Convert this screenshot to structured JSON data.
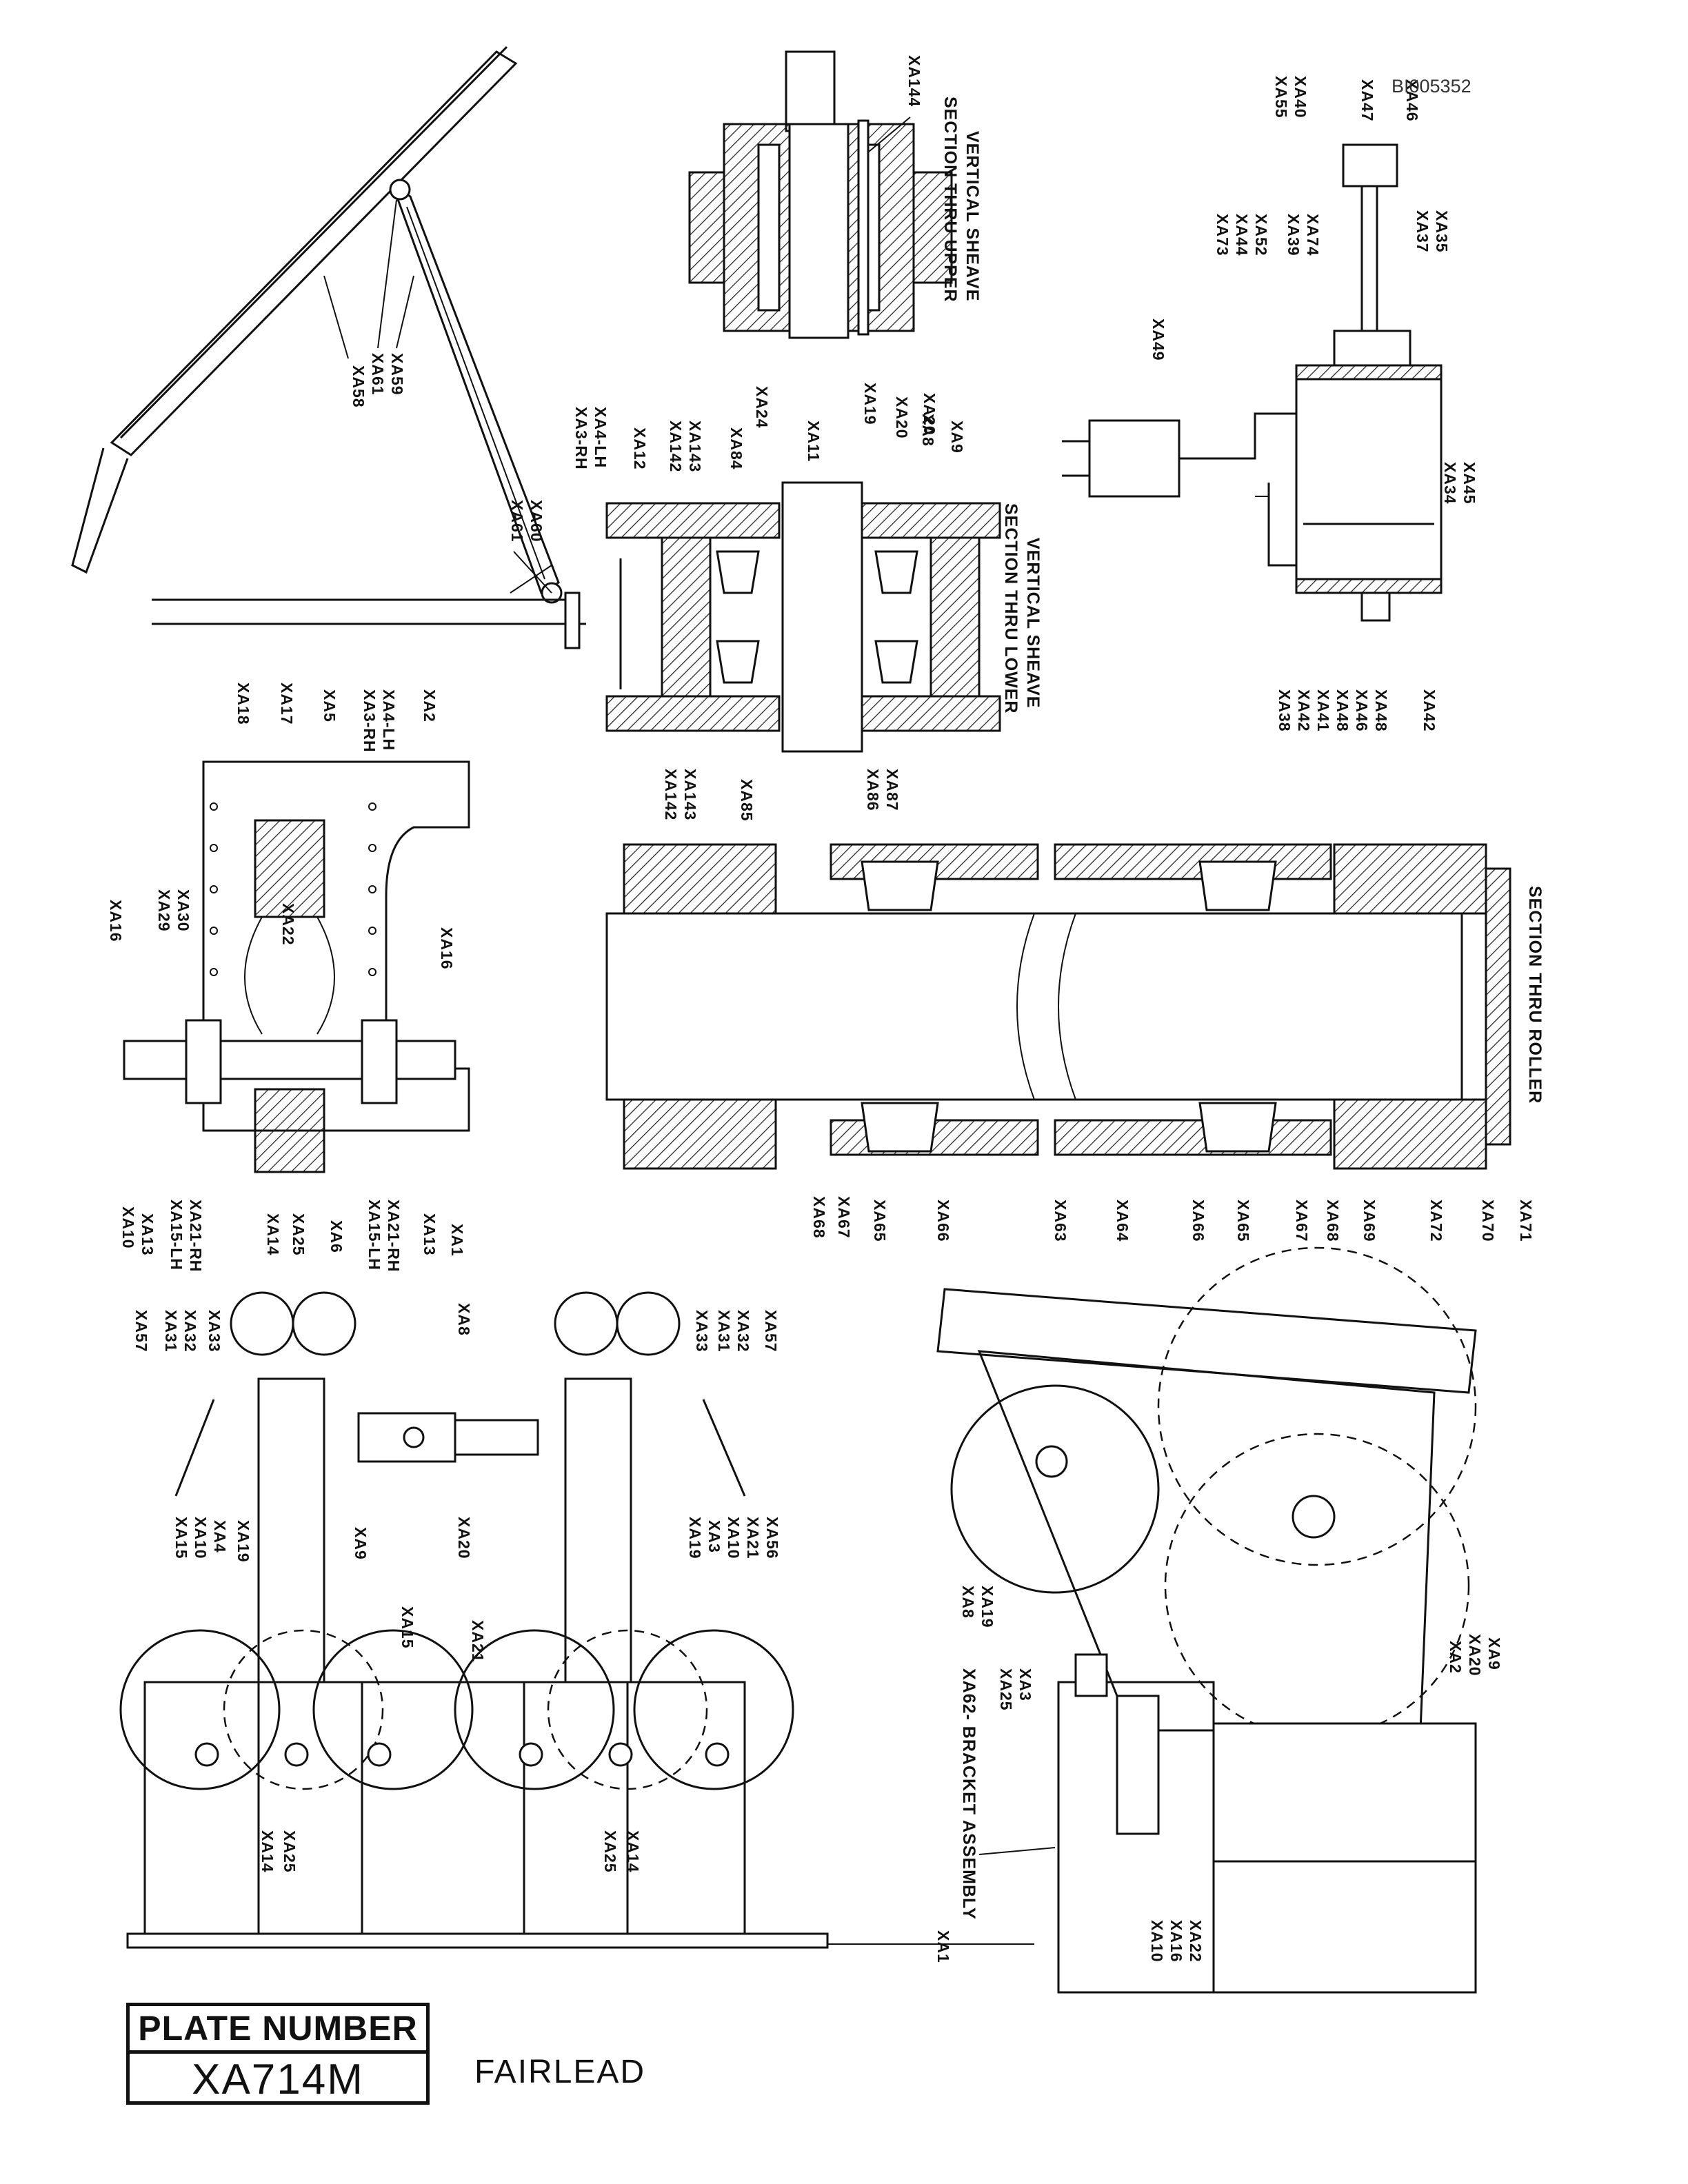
{
  "document_id": "BI005352",
  "plate": {
    "heading": "PLATE NUMBER",
    "number": "XA714M"
  },
  "title": "FAIRLEAD",
  "section_captions": {
    "upper_sheave_1": "SECTION THRU UPPER",
    "upper_sheave_2": "VERTICAL SHEAVE",
    "lower_sheave_1": "SECTION THRU LOWER",
    "lower_sheave_2": "VERTICAL SHEAVE",
    "roller": "SECTION THRU ROLLER",
    "bracket": "XA62- BRACKET ASSEMBLY"
  },
  "callouts": {
    "boom": [
      "XA58",
      "XA61",
      "XA59",
      "XA61",
      "XA60"
    ],
    "upper_sheave": [
      "XA144",
      "XA11",
      "XA24",
      "XA19",
      "XA20",
      "XA8"
    ],
    "lower_sheave": [
      "XA3-RH",
      "XA4-LH",
      "XA12",
      "XA142",
      "XA143",
      "XA84",
      "XA20",
      "XA9",
      "XA142",
      "XA143",
      "XA85",
      "XA86",
      "XA87"
    ],
    "cylinder": [
      "XA55",
      "XA40",
      "XA47",
      "XA46",
      "XA73",
      "XA44",
      "XA52",
      "XA39",
      "XA74",
      "XA37",
      "XA35",
      "XA49",
      "XA34",
      "XA45",
      "XA38",
      "XA42",
      "XA41",
      "XA48",
      "XA46",
      "XA48",
      "XA42"
    ],
    "frame_top": [
      "XA18",
      "XA17",
      "XA5",
      "XA3-RH",
      "XA4-LH",
      "XA2",
      "XA29",
      "XA30",
      "XA22",
      "XA16",
      "XA16",
      "XA10",
      "XA13",
      "XA15-LH",
      "XA21-RH",
      "XA14",
      "XA25",
      "XA6",
      "XA15-LH",
      "XA21-RH",
      "XA13",
      "XA1"
    ],
    "roller": [
      "XA68",
      "XA67",
      "XA65",
      "XA66",
      "XA63",
      "XA64",
      "XA66",
      "XA65",
      "XA67",
      "XA68",
      "XA69",
      "XA72",
      "XA70",
      "XA71"
    ],
    "front_view": [
      "XA57",
      "XA31",
      "XA32",
      "XA33",
      "XA8",
      "XA33",
      "XA31",
      "XA32",
      "XA57",
      "XA20",
      "XA15",
      "XA10",
      "XA4",
      "XA19",
      "XA9",
      "XA19",
      "XA3",
      "XA10",
      "XA21",
      "XA56",
      "XA15",
      "XA21",
      "XA14",
      "XA25",
      "XA25",
      "XA14",
      "XA1"
    ],
    "side_view": [
      "XA8",
      "XA19",
      "XA25",
      "XA3",
      "XA2",
      "XA20",
      "XA9",
      "XA10",
      "XA16",
      "XA22",
      "XA1"
    ]
  }
}
